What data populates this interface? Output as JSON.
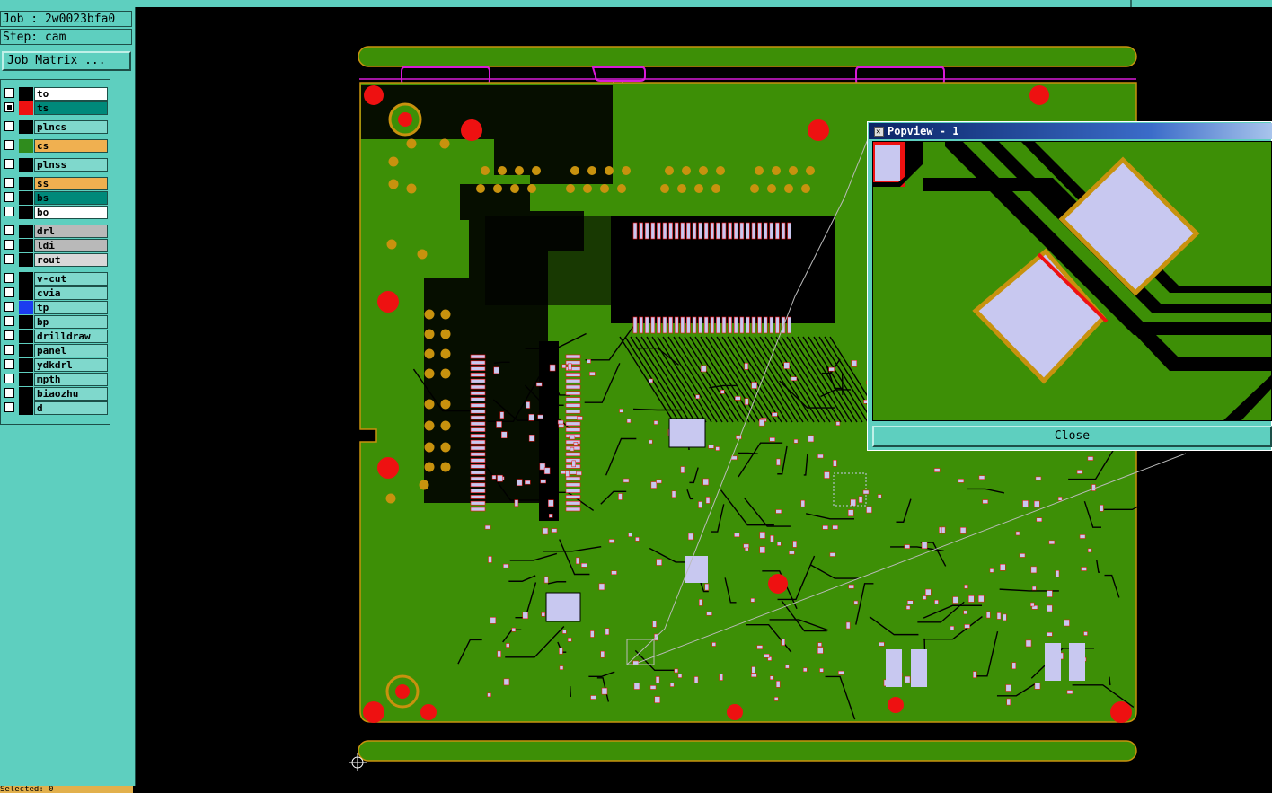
{
  "job_label": "Job : 2w0023bfa0",
  "step_label": "Step: cam",
  "job_matrix_button": "Job Matrix ...",
  "layers": [
    {
      "name": "to",
      "color": "#ffffff",
      "swatch": "#000000",
      "checked": false
    },
    {
      "name": "ts",
      "color": "#00897a",
      "swatch": "#ee1111",
      "checked": true
    },
    {
      "name": "plncs",
      "color": "#7fd8cc",
      "swatch": "#000000",
      "checked": false
    },
    {
      "name": "cs",
      "color": "#f0b050",
      "swatch": "#2f8c1d",
      "checked": false
    },
    {
      "name": "plnss",
      "color": "#7fd8cc",
      "swatch": "#000000",
      "checked": false
    },
    {
      "name": "ss",
      "color": "#f0b050",
      "swatch": "#000000",
      "checked": false
    },
    {
      "name": "bs",
      "color": "#00897a",
      "swatch": "#000000",
      "checked": false
    },
    {
      "name": "bo",
      "color": "#ffffff",
      "swatch": "#000000",
      "checked": false
    },
    {
      "name": "drl",
      "color": "#b9b9b9",
      "swatch": "#000000",
      "checked": false
    },
    {
      "name": "ldi",
      "color": "#b9b9b9",
      "swatch": "#000000",
      "checked": false
    },
    {
      "name": "rout",
      "color": "#d8d8d8",
      "swatch": "#000000",
      "checked": false
    },
    {
      "name": "v-cut",
      "color": "#7fd8cc",
      "swatch": "#000000",
      "checked": false
    },
    {
      "name": "cvia",
      "color": "#7fd8cc",
      "swatch": "#000000",
      "checked": false
    },
    {
      "name": "tp",
      "color": "#7fd8cc",
      "swatch": "#1b3cf0",
      "checked": false
    },
    {
      "name": "bp",
      "color": "#7fd8cc",
      "swatch": "#000000",
      "checked": false
    },
    {
      "name": "drilldraw",
      "color": "#7fd8cc",
      "swatch": "#000000",
      "checked": false
    },
    {
      "name": "panel",
      "color": "#7fd8cc",
      "swatch": "#000000",
      "checked": false
    },
    {
      "name": "ydkdrl",
      "color": "#7fd8cc",
      "swatch": "#000000",
      "checked": false
    },
    {
      "name": "mpth",
      "color": "#7fd8cc",
      "swatch": "#000000",
      "checked": false
    },
    {
      "name": "biaozhu",
      "color": "#7fd8cc",
      "swatch": "#000000",
      "checked": false
    },
    {
      "name": "d",
      "color": "#7fd8cc",
      "swatch": "#000000",
      "checked": false
    }
  ],
  "status_text": "Selected: 0",
  "popview": {
    "title": "Popview - 1",
    "close_label": "Close"
  },
  "colors": {
    "panel_bg": "#5ecfbf",
    "board_green": "#3d8f06",
    "pad_red": "#ee1111",
    "pad_gold": "#c8920e",
    "smd_lavender": "#c8c8f0",
    "outline_magenta": "#d81ad8"
  }
}
